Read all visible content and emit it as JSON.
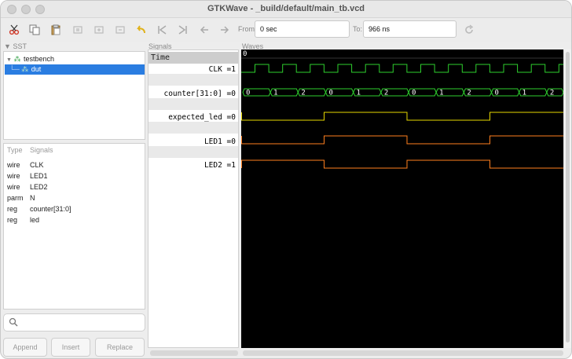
{
  "window": {
    "title": "GTKWave - _build/default/main_tb.vcd"
  },
  "toolbar": {
    "from_label": "From:",
    "from_value": "0 sec",
    "to_label": "To:",
    "to_value": "966 ns"
  },
  "sst": {
    "header": "SST",
    "tree": [
      {
        "label": "testbench",
        "expanded": true
      },
      {
        "label": "dut",
        "selected": true
      }
    ],
    "table_headers": {
      "type": "Type",
      "signals": "Signals"
    },
    "signals": [
      {
        "type": "wire",
        "name": "CLK"
      },
      {
        "type": "wire",
        "name": "LED1"
      },
      {
        "type": "wire",
        "name": "LED2"
      },
      {
        "type": "parm",
        "name": "N"
      },
      {
        "type": "reg",
        "name": "counter[31:0]"
      },
      {
        "type": "reg",
        "name": "led"
      }
    ],
    "search_placeholder": "",
    "buttons": {
      "append": "Append",
      "insert": "Insert",
      "replace": "Replace"
    }
  },
  "signals_pane": {
    "header": "Signals",
    "time_label": "Time",
    "rows": [
      {
        "label": "CLK =1"
      },
      {
        "label": "counter[31:0] =0"
      },
      {
        "label": "expected_led =0"
      },
      {
        "label": "LED1 =0"
      },
      {
        "label": "LED2 =1"
      }
    ]
  },
  "waves_pane": {
    "header": "Waves",
    "colors": {
      "background": "#000000",
      "clk": "#2ed02e",
      "counter": "#2ed02e",
      "expected_led": "#e6d800",
      "led": "#ff7f1e",
      "text": "#ffffff"
    },
    "time_marker": "0",
    "counter_values": [
      "0",
      "1",
      "2",
      "0",
      "1",
      "2",
      "0",
      "1",
      "2",
      "0",
      "1",
      "2"
    ]
  }
}
